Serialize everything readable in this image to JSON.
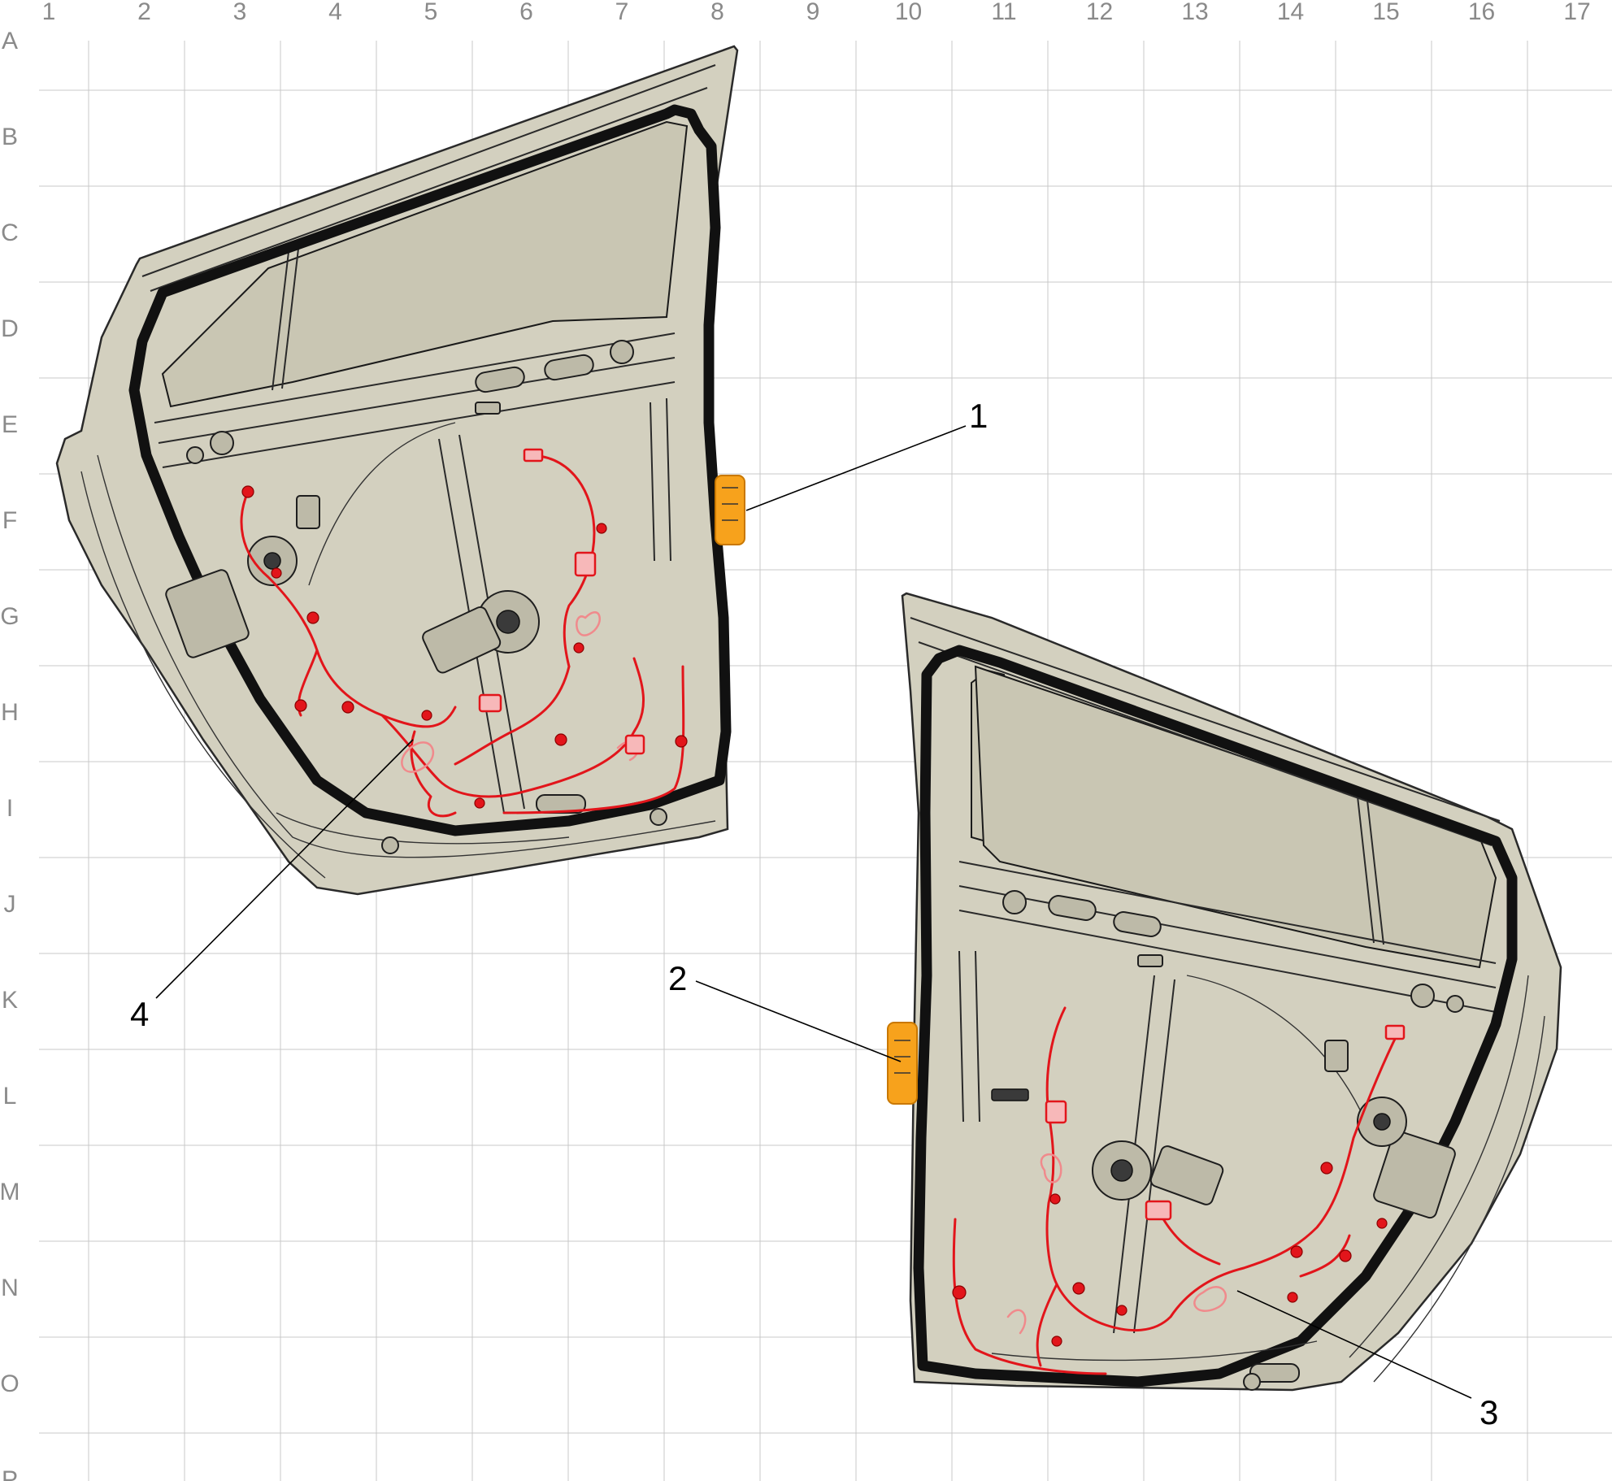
{
  "grid": {
    "columns": [
      "1",
      "2",
      "3",
      "4",
      "5",
      "6",
      "7",
      "8",
      "9",
      "10",
      "11",
      "12",
      "13",
      "14",
      "15",
      "16",
      "17"
    ],
    "rows": [
      "A",
      "B",
      "C",
      "D",
      "E",
      "F",
      "G",
      "H",
      "I",
      "J",
      "K",
      "L",
      "M",
      "N",
      "O",
      "P"
    ]
  },
  "callouts": [
    {
      "number": "1"
    },
    {
      "number": "2"
    },
    {
      "number": "3"
    },
    {
      "number": "4"
    }
  ],
  "colors": {
    "door_body": "#d3d0bf",
    "seal": "#111111",
    "wiring_harness": "#e2151b",
    "highlighted_part": "#f7a21c",
    "gridline": "#c8c8c8",
    "grid_label": "#8a8a8a"
  }
}
